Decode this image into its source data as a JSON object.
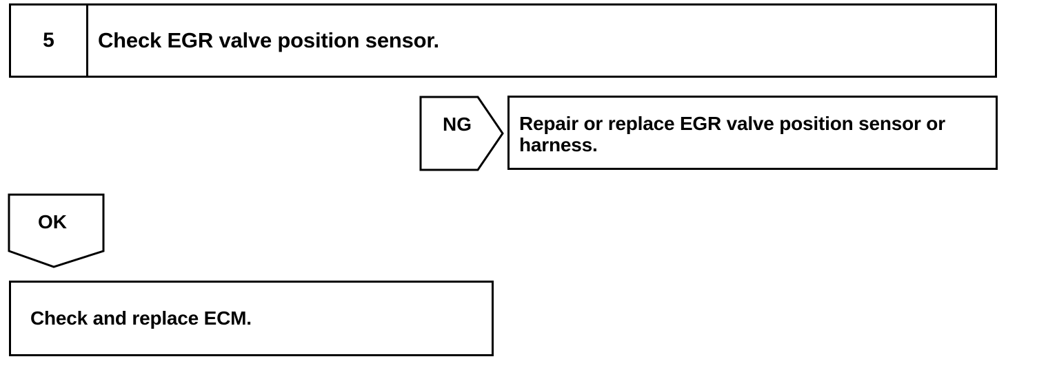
{
  "step": {
    "number": "5",
    "title": "Check EGR valve position sensor."
  },
  "ng": {
    "label": "NG",
    "action_line1": "Repair or replace EGR valve position sensor or",
    "action_line2": "harness."
  },
  "ok": {
    "label": "OK",
    "action": "Check and replace ECM."
  }
}
